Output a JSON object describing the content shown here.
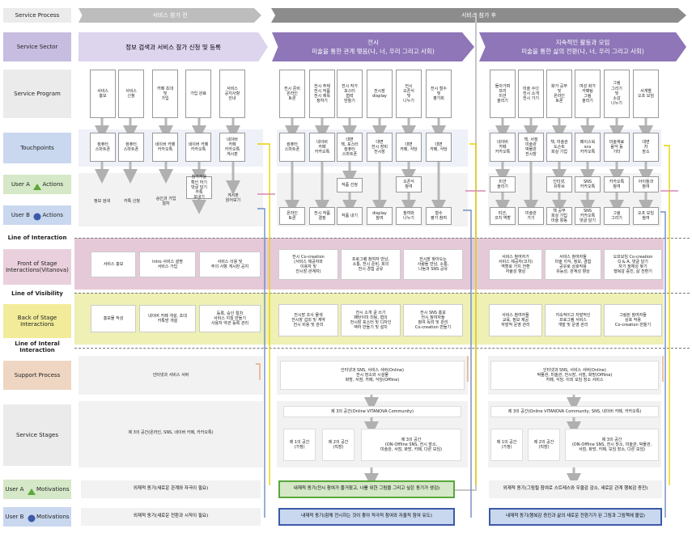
{
  "header": {
    "process_label": "Service Process",
    "before": "서비스 참가 전",
    "after": "서비스 참가 후"
  },
  "sector": {
    "label": "Service Sector",
    "s1": "정보 검색과 서비스 참가 신청 및 등록",
    "s2_l1": "전시",
    "s2_l2": "미술을 통한 관계 맺음(나, 너, 우리 그리고 사회)",
    "s3_l1": "지속적인 활동과 모임",
    "s3_l2": "미술을 통한 삶의 전환(나, 너, 우리 그리고 사회)"
  },
  "rows": {
    "program": "Service Program",
    "touchpoints": "Touchpoints",
    "user_a_actions": "User A       Actions",
    "user_b_actions": "User B       Actions",
    "line_interaction": "Line of Interaction",
    "front": "Front of Stage\nInteractions(Vitanova)",
    "line_visibility": "Line of Visibility",
    "back": "Back of Stage\nInteractions",
    "line_internal": "Line of Interal Interaction",
    "support": "Support Process",
    "stages": "Service Stages",
    "user_a_motiv": "User A       Motivations",
    "user_b_motiv": "User B       Motivations"
  },
  "programs": [
    "서비스\n홍보",
    "서비스\n신청",
    "카페 초대\n및\n가입",
    "가입 완료",
    "서비스\n공지사항\n안내",
    "전시 준비\n온라인\n토론",
    "전시 주제\n전시 작품\n전시 제목\n정하기",
    "전시 작가\n포스터\n협력\n만들기",
    "전시장\ndisplay",
    "전시\n오픈식\n및\n나누기",
    "전시 철수\n및\n평가회",
    "돌아가며\n프리\n미션\n올리기",
    "미술 수다\n전시 소개\n전시 가기",
    "화가 공부\n및\n온라인\n토론",
    "여성 화가\n카페팅\n그림\n올리기",
    "그림\n그리기\n및\n소감\n나누기",
    "서게별\n오프 모임"
  ],
  "touchpoints": [
    "컴퓨터\n스마트폰",
    "컴퓨터\n스마트폰",
    "네이버 카페\n카카오톡",
    "네이버 카페\n카카오톡",
    "네이버\n카페\n카카오톡\n게시판",
    "컴퓨터\n스마트폰",
    "네이버\n카페\n카카오톡",
    "대면\n책, 포스터\n컴퓨터\n스마트폰",
    "대면\n전시 장비\n전시장",
    "대면\n카페, 식당",
    "대면\n카페, 식당",
    "네이버\n카페\n카카오톡",
    "책, 서점\n미술관\n박물관\n전시장",
    "책, 미술관\n도슨트\n회실 기업",
    "페이스북\nsns\n카카오톡",
    "미술재료\n음악 등\n기타",
    "대면\n차\n장소"
  ],
  "actions_a": [
    "참가자들\n확인 하기\n댓글 달기\n카톡\n보내기",
    "작품 선정",
    "오픈식\n참여",
    "미션\n올리기",
    "인터넷,\n유튜브",
    "SNS\n카카오톡",
    "카카오톡\n참여",
    "아이들과\n참여"
  ],
  "actions_b": [
    "정보 검색",
    "카톡 신청",
    "승인과 가입\n절차",
    "게시판\n읽어보기",
    "온라인\n토론",
    "전시 작품\n결정",
    "작품 내기",
    "display\n참여",
    "참여와\n나누기",
    "철수\n평가 참여",
    "미션,\n코치 역할",
    "미술관\n가기",
    "책 공부\n회실 가입\n미술 활동",
    "SNS\n카카오톡\n댓글 달기",
    "그림\n그리기",
    "오프 모임\n참여"
  ],
  "front": [
    "서비스 홍보",
    "Intro 서비스 설명\n서비스 가입",
    "서비스 이용 및\n주의 사항 게시판 공지",
    "전시 Co-creation\n(서비스 제공자와\n이용자 및\n전시장 관계자)",
    "프로그램 참여자 만남,\n소통, 전시 준비, 회의\n전시 경험 공유",
    "전시장 찾아오는\n사람들 만남, 소통,\n나눔과 SNS 공유",
    "서비스 참여자가\n서비스 제공자(코치)\n역할로 가치 전환\n자율성 향상",
    "서비스 참여자들\n미술 지식, 정보, 경험\n공유로 상호작용\n유능성, 관계성 향상",
    "오프모임 Co-creation\nQ & A, 댓글 달기\n자기 정체성 찾기\n행복감 증진, 삶 전환기"
  ],
  "back": [
    "홍보물 작성",
    "네이버 카페 개설, 초대\n카톡방 개설",
    "등록, 승인 절차\n서비스 지침 만들기\n사용자 약관 등록 관리",
    "전시장 조사 물색\n전시장 섭외 및 계약\n전시 비용 및 관리",
    "전시 소개 글 쓰기\n패턴이미 미팅, 협의\n전시장 포스터 및 디자인\n액자 만들기 및 설치",
    "전시 SNS 홍보\n전시 참여자들\n참여 독려 및 관리\nCo-creation 만들기",
    "서비스 참여자들\n교육, 정보 제공\n자발적 운영 관리",
    "지속적이고 자발적인\n프로그램 서비스\n개발 및 운영 관리",
    "그림된 참여자들\n상호 작용\nCo-creation 만들기"
  ],
  "support": [
    "인터넷과 서비스 서버",
    "인터넷과 SNS, 서비스 서버(Online)\n전시 장소와 시설물\n화방, 서점, 카페, 식당(Offline)",
    "인터넷과 SNS, 서비스 서버(Online)\n박물관, 미술관, 전시장, 서점, 화방(Offline)\n카페, 식당, 이외 모임 장소 서비스"
  ],
  "stages": {
    "left": "제 3의 공간(온라인, SNS, 네이버 카페, 카카오톡)",
    "mid_top": "제 3의 공간(Online VITANOVA Community)",
    "mid_a": "제 1의 공간\n(가정)",
    "mid_b": "제 2의 공간\n(직장)",
    "mid_c": "제 3의 공간\n(ON-Offline SNS, 전시 장소,\n미술관, 서점, 화방, 카페, 다른 모임)",
    "right_top": "제 3의 공간(Online VITANOVA Community, SNS, 네이버 카페, 카카오톡)",
    "right_a": "제 1의 공간\n(가정)",
    "right_b": "제 2의 공간\n(직장)",
    "right_c": "제 3의 공간\n(ON-Offline SNS, 전시 장소, 미술관, 박물관,\n서점, 화방, 카페, 모임 장소, 다른 모임)"
  },
  "motivations": {
    "a_left": "외재적 동기(새로운 관계와 자극이 필요)",
    "a_mid": "내재적 동기(전시 참여가 즐거웠고, 나를 위한 그림을 그리고 싶은 동기가 생김)",
    "a_right": "외재적 동기(그림될 참여로 스트레스와 우울감 감소, 새로운 관계 행복감 증진)",
    "b_left": "외재적 동기(새로운 전환과 시작이 필요)",
    "b_mid": "내재적 동기(함께 전시하는 것이 좋아 적극적 참여와 자율적 참여 유도)",
    "b_right": "내재적 동기(행복감 증진과 삶의 새로운 전환기가 된 그림과 그림책에 몰입)"
  },
  "colors": {
    "purple_dark": "#8e76b8",
    "purple_light": "#ddd4ee",
    "pink_band": "#e6c9d8",
    "yellow_band": "#eef0b4",
    "green_border": "#5aa83a",
    "blue_border": "#3b5aa8",
    "yellow_line": "#e8d200",
    "pink_line": "#d889b4",
    "blue_line": "#6f8dc4",
    "tan_line": "#e3a87d"
  }
}
